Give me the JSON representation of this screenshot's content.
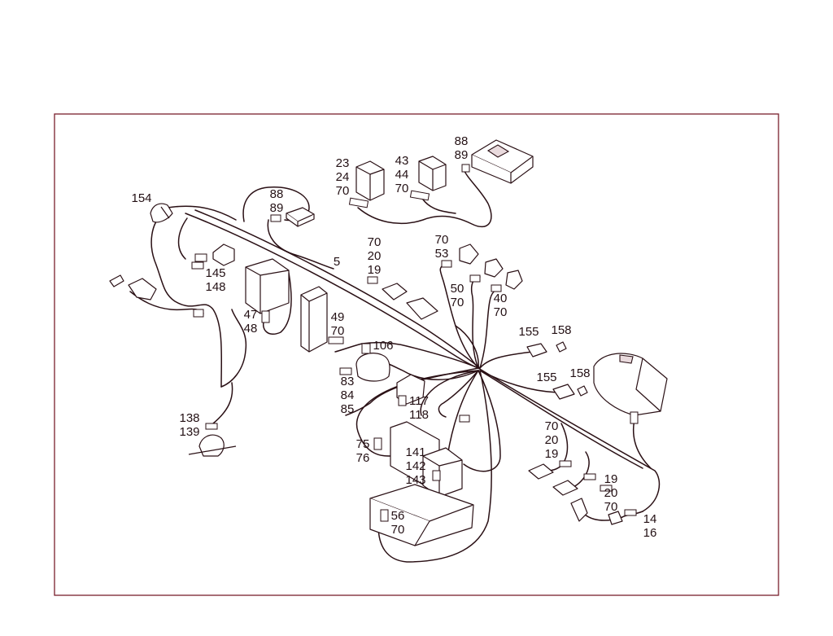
{
  "callouts": [
    {
      "id": "c154",
      "lines": [
        "154"
      ]
    },
    {
      "id": "c88a",
      "lines": [
        "88",
        "89"
      ]
    },
    {
      "id": "c23",
      "lines": [
        "23",
        "24",
        "70"
      ]
    },
    {
      "id": "c43",
      "lines": [
        "43",
        "44",
        "70"
      ]
    },
    {
      "id": "c88b",
      "lines": [
        "88",
        "89"
      ]
    },
    {
      "id": "c145",
      "lines": [
        "145",
        "148"
      ]
    },
    {
      "id": "c5",
      "lines": [
        "5"
      ]
    },
    {
      "id": "c70a",
      "lines": [
        "70",
        "20",
        "19"
      ]
    },
    {
      "id": "c70b",
      "lines": [
        "70",
        "53"
      ]
    },
    {
      "id": "c50",
      "lines": [
        "50",
        "70"
      ]
    },
    {
      "id": "c40",
      "lines": [
        "40",
        "70"
      ]
    },
    {
      "id": "c47",
      "lines": [
        "47",
        "48"
      ]
    },
    {
      "id": "c49",
      "lines": [
        "49",
        "70"
      ]
    },
    {
      "id": "c106",
      "lines": [
        "106"
      ]
    },
    {
      "id": "c155a",
      "lines": [
        "155"
      ]
    },
    {
      "id": "c158a",
      "lines": [
        "158"
      ]
    },
    {
      "id": "c155b",
      "lines": [
        "155"
      ]
    },
    {
      "id": "c158b",
      "lines": [
        "158"
      ]
    },
    {
      "id": "c83",
      "lines": [
        "83",
        "84",
        "85"
      ]
    },
    {
      "id": "c117",
      "lines": [
        "117",
        "118"
      ]
    },
    {
      "id": "c138",
      "lines": [
        "138",
        "139"
      ]
    },
    {
      "id": "c70c",
      "lines": [
        "70",
        "20",
        "19"
      ]
    },
    {
      "id": "c75",
      "lines": [
        "75",
        "76"
      ]
    },
    {
      "id": "c141",
      "lines": [
        "141",
        "142",
        "143"
      ]
    },
    {
      "id": "c19",
      "lines": [
        "19",
        "20",
        "70"
      ]
    },
    {
      "id": "c56",
      "lines": [
        "56",
        "70"
      ]
    },
    {
      "id": "c14",
      "lines": [
        "14",
        "16"
      ]
    }
  ]
}
